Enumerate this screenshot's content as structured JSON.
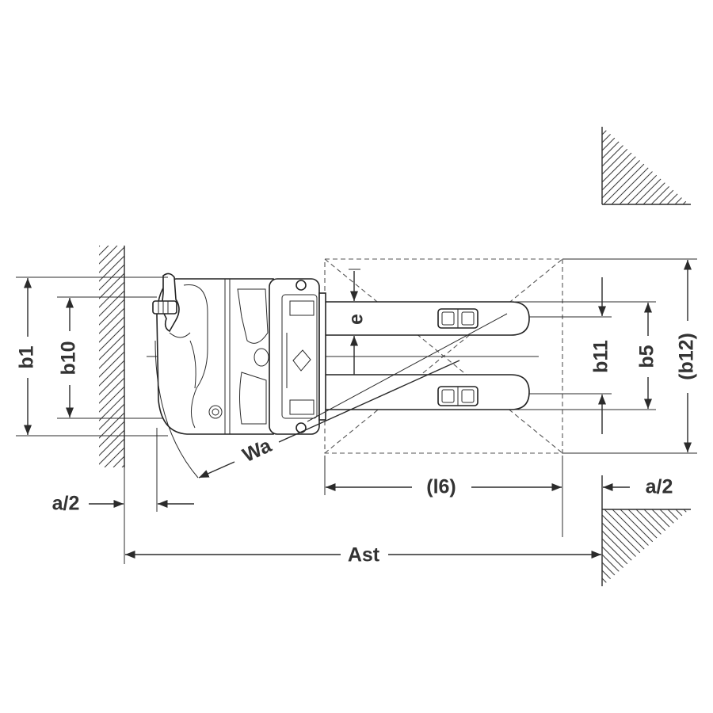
{
  "diagram": {
    "labels": {
      "b1": "b1",
      "b10": "b10",
      "a_half_left": "a/2",
      "wa": "Wa",
      "e": "e",
      "l6": "(l6)",
      "b11": "b11",
      "b5": "b5",
      "b12": "(b12)",
      "a_half_right": "a/2",
      "ast": "Ast"
    }
  }
}
